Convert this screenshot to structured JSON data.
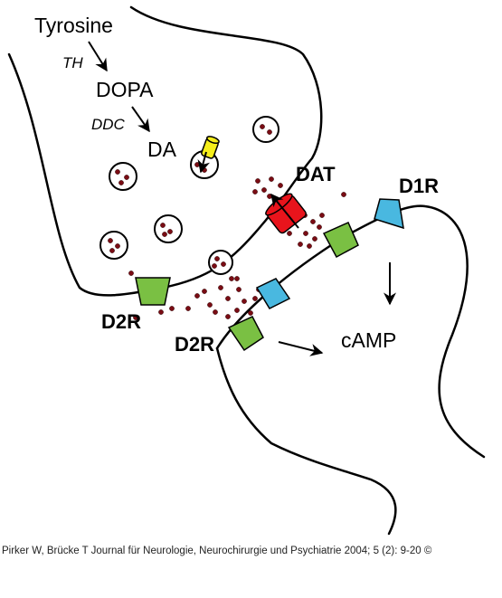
{
  "labels": {
    "tyrosine": "Tyrosine",
    "th": "TH",
    "dopa": "DOPA",
    "ddc": "DDC",
    "da": "DA",
    "dat": "DAT",
    "d1r": "D1R",
    "d2r_pre": "D2R",
    "d2r_post": "D2R",
    "camp": "cAMP"
  },
  "colors": {
    "dat_transporter": "#e8141c",
    "vmat_transporter": "#f5ee1a",
    "d2_receptor": "#7ac043",
    "d1_receptor": "#49b8e0",
    "dopamine_dot": "#7a0c14"
  },
  "citation": "Pirker W, Brücke T Journal für Neurologie, Neurochirurgie und Psychiatrie 2004; 5 (2): 9-20 ©"
}
